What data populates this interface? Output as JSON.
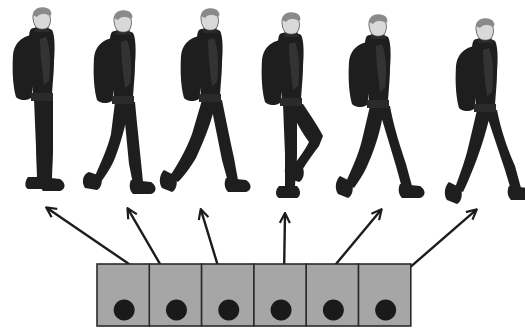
{
  "figure": {
    "colors": {
      "background": "#ffffff",
      "figure_fill": "#1e1e1e",
      "skin": "#d9d9d9",
      "hair": "#8a8a8a",
      "arrow": "#1c1c1c",
      "cell_fill": "#a6a6a6",
      "cell_border": "#2a2a2a",
      "dot": "#1a1a1a"
    },
    "walkers": [
      {
        "id": "walker-1",
        "pose": "standing"
      },
      {
        "id": "walker-2",
        "pose": "right-foot-forward"
      },
      {
        "id": "walker-3",
        "pose": "long-stride"
      },
      {
        "id": "walker-4",
        "pose": "knee-raised"
      },
      {
        "id": "walker-5",
        "pose": "stride"
      },
      {
        "id": "walker-6",
        "pose": "stride-back-heel"
      }
    ],
    "cells": [
      {
        "id": "cell-1",
        "has_dot": true
      },
      {
        "id": "cell-2",
        "has_dot": true
      },
      {
        "id": "cell-3",
        "has_dot": true
      },
      {
        "id": "cell-4",
        "has_dot": true
      },
      {
        "id": "cell-5",
        "has_dot": true
      },
      {
        "id": "cell-6",
        "has_dot": true
      }
    ],
    "arrows": [
      {
        "from": "cell-1",
        "to": "walker-1"
      },
      {
        "from": "cell-2",
        "to": "walker-2"
      },
      {
        "from": "cell-3",
        "to": "walker-3"
      },
      {
        "from": "cell-4",
        "to": "walker-4"
      },
      {
        "from": "cell-5",
        "to": "walker-5"
      },
      {
        "from": "cell-6",
        "to": "walker-6"
      }
    ]
  }
}
